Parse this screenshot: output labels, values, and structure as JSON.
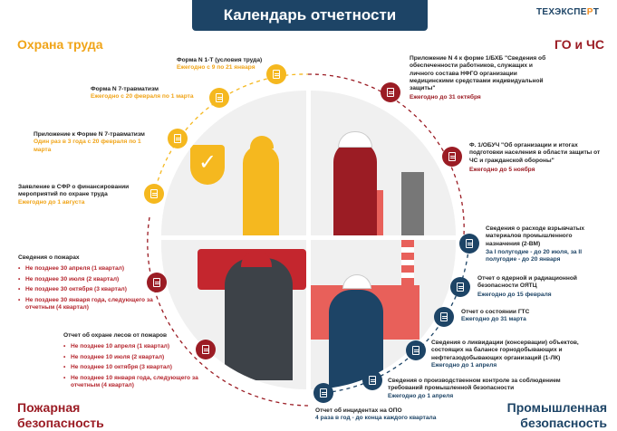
{
  "header": {
    "title": "Календарь отчетности",
    "logo_text": "ТЕХЭКСПЕ",
    "logo_accent": "Р",
    "logo_end": "Т"
  },
  "sections": {
    "labor": {
      "title": "Охрана труда",
      "color": "#f0a418",
      "items": [
        {
          "title": "Форма N 1-Т (условия труда)",
          "due": "Ежегодно с 9 по 21 января"
        },
        {
          "title": "Форма N 7-травматизм",
          "due": "Ежегодно с 20 февраля по 1 марта"
        },
        {
          "title": "Приложение к Форме N 7-травматизм",
          "due": "Один раз в 3 года с 20 февраля по 1 марта"
        },
        {
          "title": "Заявление в СФР о финансировании мероприятий по охране труда",
          "due": "Ежегодно до 1 августа"
        }
      ]
    },
    "civil": {
      "title": "ГО и ЧС",
      "color": "#9b1c24",
      "items": [
        {
          "title": "Приложение  N 4 к форме 1/БХБ \"Сведения об обеспеченности работников, служащих и личного состава НФГО организации медицинскими средствами индивидуальной защиты\"",
          "due": "Ежегодно до 31 октября"
        },
        {
          "title": "Ф. 1/ОБУЧ \"Об организации и итогах подготовки населения в области защиты от ЧС и гражданской обороны\"",
          "due": "Ежегодно до 5 ноября"
        }
      ]
    },
    "fire": {
      "title": "Пожарная безопасность",
      "color": "#9b1c24",
      "items": [
        {
          "title": "Сведения о пожарах",
          "deadlines": [
            "Не позднее 30 апреля (1 квартал)",
            "Не позднее 30 июля (2 квартал)",
            "Не позднее 30 октября (3 квартал)",
            "Не позднее 30 января года, следующего за отчетным (4 квартал)"
          ]
        },
        {
          "title": "Отчет об охране лесов от пожаров",
          "deadlines": [
            "Не позднее 10 апреля (1 квартал)",
            "Не позднее 10 июля (2 квартал)",
            "Не позднее 10 октября (3 квартал)",
            "Не позднее 10 января года, следующего за отчетным (4 квартал)"
          ]
        }
      ]
    },
    "industrial": {
      "title": "Промышленная безопасность",
      "color": "#1d4466",
      "items": [
        {
          "title": "Сведения о расходе взрывчатых материалов промышленного назначения (2-ВМ)",
          "due": "За I полугодие - до 20 июля, за II полугодие - до 20 января"
        },
        {
          "title": "Отчет о ядерной и радиационной безопасности ОЯТЦ",
          "due": "Ежегодно до 15 февраля"
        },
        {
          "title": "Отчет о состоянии ГТС",
          "due": "Ежегодно до 31 марта"
        },
        {
          "title": "Сведения о ликвидации (консервации) объектов, состоящих на балансе горнодобывающих и нефтегазодобывающих организаций (1-ЛК)",
          "due": "Ежегодно до 1 апреля"
        },
        {
          "title": "Сведения о производственном контроле за соблюдением требований промышленной безопасности",
          "due": "Ежегодно до 1 апреля"
        },
        {
          "title": "Отчет об инцидентах на ОПО",
          "due": "4 раза в год - до конца каждого квартала"
        }
      ]
    }
  }
}
